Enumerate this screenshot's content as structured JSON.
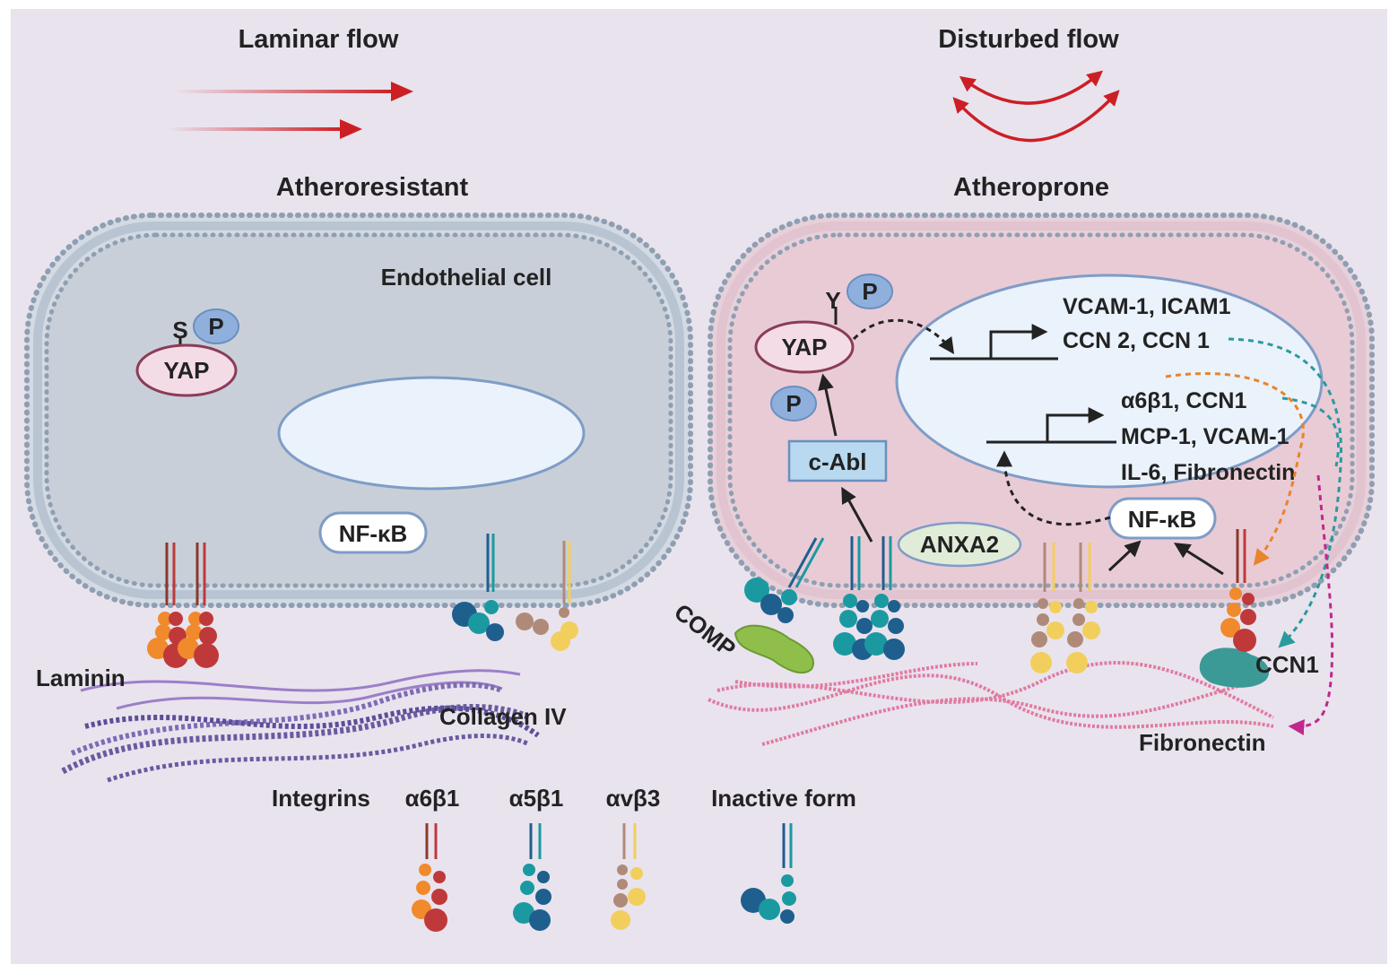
{
  "panel_titles": {
    "laminar_flow": "Laminar flow",
    "disturbed_flow": "Disturbed flow",
    "atheroresistant": "Atheroresistant",
    "atheroprone": "Atheroprone"
  },
  "left_cell": {
    "cell_label": "Endothelial cell",
    "phospho_site": "S",
    "phospho": "P",
    "yap": "YAP",
    "nfkb": "NF-κB",
    "laminin": "Laminin",
    "collagen": "Collagen IV"
  },
  "right_cell": {
    "phospho_site": "Y",
    "phospho_1": "P",
    "phospho_2": "P",
    "yap": "YAP",
    "cabl": "c-Abl",
    "anxa2": "ANXA2",
    "nfkb": "NF-κB",
    "gene_set_1": [
      "VCAM-1, ICAM1",
      "CCN 2, CCN 1"
    ],
    "gene_set_2": [
      "α6β1, CCN1",
      "MCP-1, VCAM-1",
      "IL-6, Fibronectin"
    ],
    "comp": "COMP",
    "ccn1": "CCN1",
    "fibronectin": "Fibronectin"
  },
  "legend": {
    "title": "Integrins",
    "a6b1": "α6β1",
    "a5b1": "α5β1",
    "avb3": "αvβ3",
    "inactive": "Inactive form"
  },
  "colors": {
    "background": "#e9e3ee",
    "flow_arrow": "#cc1f25",
    "membrane_dot": "#8f9fb2",
    "cell_left": "#c9cfd9",
    "cell_right": "#e9cbd6",
    "nucleus": "#eaf2fb",
    "phospho": "#8fb0dc",
    "yap_fill": "#f4dce6",
    "yap_stroke": "#8a3c58",
    "cabl_fill": "#b8d9ef",
    "anxa2_fill": "#e0ecd8",
    "a6b1_a": "#f08a2c",
    "a6b1_b": "#c0393a",
    "a5b1_a": "#1a9aa0",
    "a5b1_b": "#1f5f8e",
    "avb3_a": "#b08a78",
    "avb3_b": "#f2cf5c",
    "comp": "#8fbf4a",
    "ccn1": "#3c9a96",
    "fibronectin": "#e07aa2",
    "laminin": "#9c7fc8",
    "collagen": "#6a5aa0",
    "arrow_teal": "#2a9a9e",
    "arrow_orange": "#e8852a",
    "arrow_magenta": "#c0288e"
  }
}
